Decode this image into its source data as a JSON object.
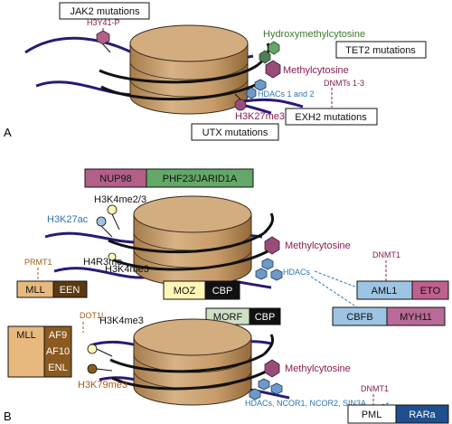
{
  "colors": {
    "black": "#111111",
    "purple_label": "#8a1c4f",
    "blue_label": "#2b74b0",
    "green_label": "#3e7a2c",
    "brown_label": "#a35a18",
    "dna_strand": "#2a1a74",
    "histone_fill": "#cfa878",
    "histone_stroke": "#3a2a16",
    "nup98": "#b45f88",
    "phf23": "#63a868",
    "mll_fill": "#e7b97e",
    "een_fill": "#5b3a12",
    "moz_fill": "#fff6b8",
    "cbp_fill": "#111111",
    "morf_fill": "#cfe0c4",
    "aml1_fill": "#9ec4e4",
    "eto_fill": "#c0608e",
    "cbfb_fill": "#9ec4e4",
    "myh11_fill": "#b96a98",
    "pml_fill": "#ffffff",
    "rara_fill": "#1f4f8e"
  },
  "panel_a": {
    "letter": "A",
    "jak2_box": "JAK2 mutations",
    "h3y41p": "H3Y41-P",
    "hydroxymethylcytosine": "Hydroxymethylcytosine",
    "tet2_box": "TET2 mutations",
    "methylcytosine": "Methylcytosine",
    "dnmts": "DNMTs 1-3",
    "hdacs": "HDACs 1 and 2",
    "h3k27me3": "H3K27me3",
    "exh2_box": "EXH2 mutations",
    "utx_box": "UTX mutations"
  },
  "panel_b": {
    "letter": "B",
    "nup98": "NUP98",
    "phf23": "PHF23/JARID1A",
    "h3k4me23": "H3K4me2/3",
    "h3k27ac": "H3K27ac",
    "methylcytosine_top": "Methylcytosine",
    "prmt1": "PRMT1",
    "h4r3me": "H4R3me",
    "h3k4me3_top": "H3K4me3",
    "dnmt1_top": "DNMT1",
    "hdacs": "HDACs",
    "mll_top": "MLL",
    "een": "EEN",
    "moz": "MOZ",
    "cbp_top": "CBP",
    "aml1": "AML1",
    "eto": "ETO",
    "morf": "MORF",
    "cbp_mid": "CBP",
    "cbfb": "CBFB",
    "myh11": "MYH11",
    "dot1l": "DOT1L",
    "mll_bottom": "MLL",
    "af9": "AF9",
    "af10": "AF10",
    "enl": "ENL",
    "h3k4me3_bottom": "H3K4me3",
    "h3k79me3": "H3K79me3",
    "methylcytosine_bottom": "Methylcytosine",
    "dnmt1_bottom": "DNMT1",
    "hdacs_ncor": "HDACs, NCOR1, NCOR2, SIN3A",
    "pml": "PML",
    "rara": "RARa"
  }
}
